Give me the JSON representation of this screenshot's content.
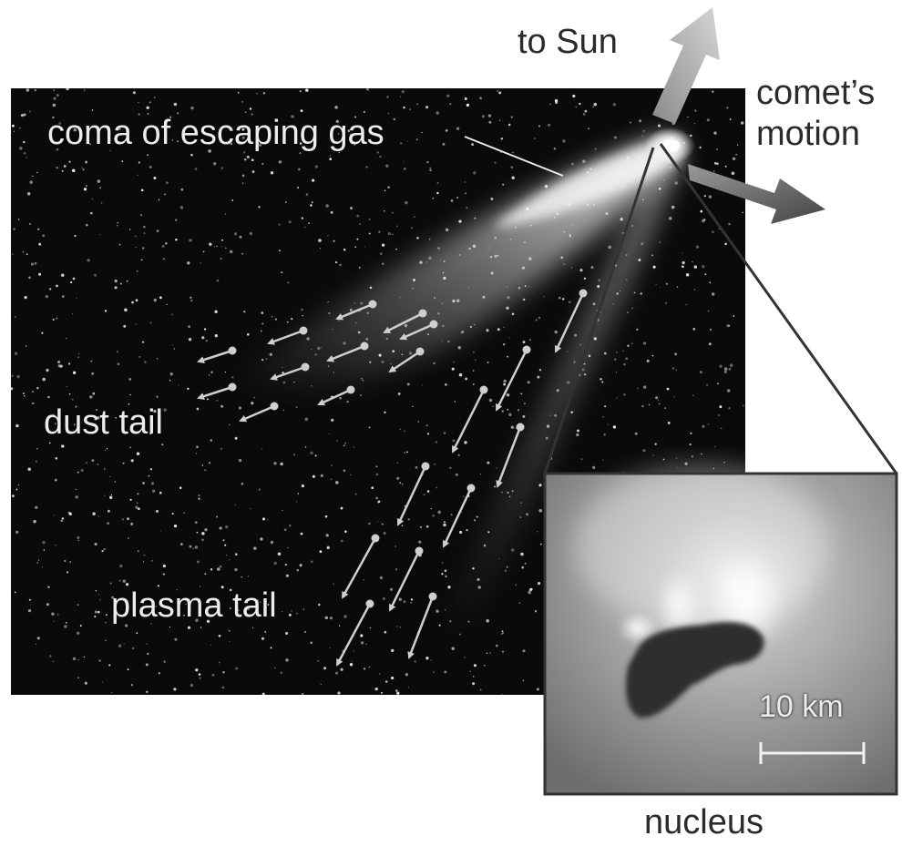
{
  "labels": {
    "to_sun": "to Sun",
    "comets_motion_line1": "comet’s",
    "comets_motion_line2": "motion",
    "coma": "coma of escaping gas",
    "dust_tail": "dust tail",
    "plasma_tail": "plasma tail",
    "scale": "10 km",
    "nucleus": "nucleus"
  },
  "colors": {
    "sky": "#0a0a0a",
    "stars": "#e8e8e8",
    "arrow_light": "#c8c8c8",
    "arrow_dark": "#4a4a4a",
    "particle_arrows": "#cfcfcf",
    "inset_frame": "#333333",
    "text_dark": "#2b2b2b",
    "text_light": "#ececec"
  }
}
